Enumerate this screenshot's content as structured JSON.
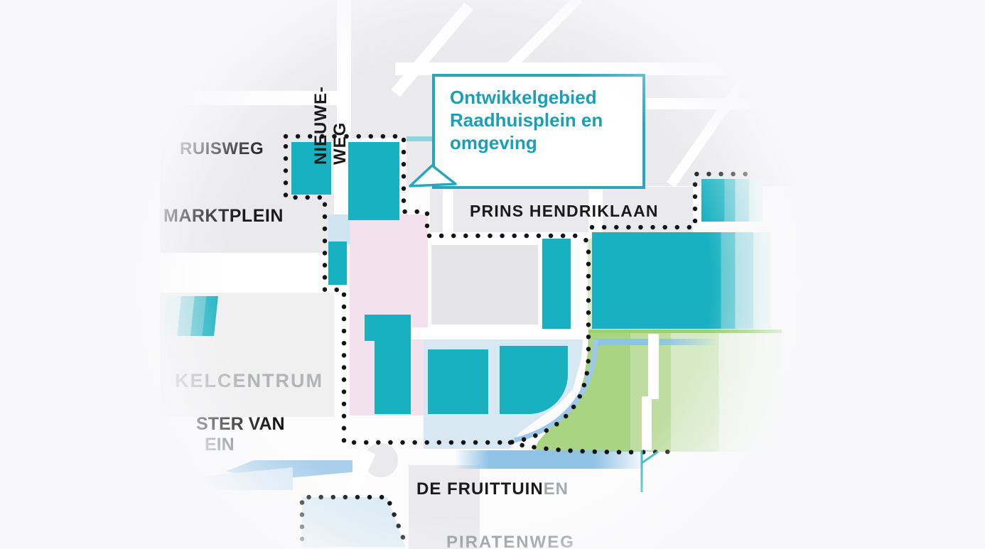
{
  "map": {
    "title": "Ontwikkelgebied Raadhuisplein en omgeving",
    "callout": {
      "text": "Ontwikkelgebied\nRaadhuisplein en\nomgeving"
    },
    "street_labels": {
      "nieuweweg": "NIEUWE-\nWEG",
      "kruisweg": "RUISWEG",
      "marktplein": "MARKTPLEIN",
      "prins_hendriklaan": "PRINS HENDRIKLAAN",
      "winkelcentrum": "KELCENTRUM",
      "meester_van_line1": "STER VAN",
      "meester_van_line2": "EIN",
      "de_fruittuinen_main": "DE FRUITTUIN",
      "de_fruittuinen_fade": "EN",
      "piratenweg": "PIRATENWEG"
    },
    "colors": {
      "teal_building": "#17b1c1",
      "callout_border": "#2aa6bc",
      "callout_text": "#1b9fb6",
      "pink_block": "#f3e2ee",
      "green_park": "#a9d583",
      "water_deep": "#8fc2e5",
      "water_light": "#d7e8f3",
      "boundary_dots": "#151515",
      "gray_block": "#eaeaec",
      "faded_label_gray": "#b3b4b6"
    }
  }
}
